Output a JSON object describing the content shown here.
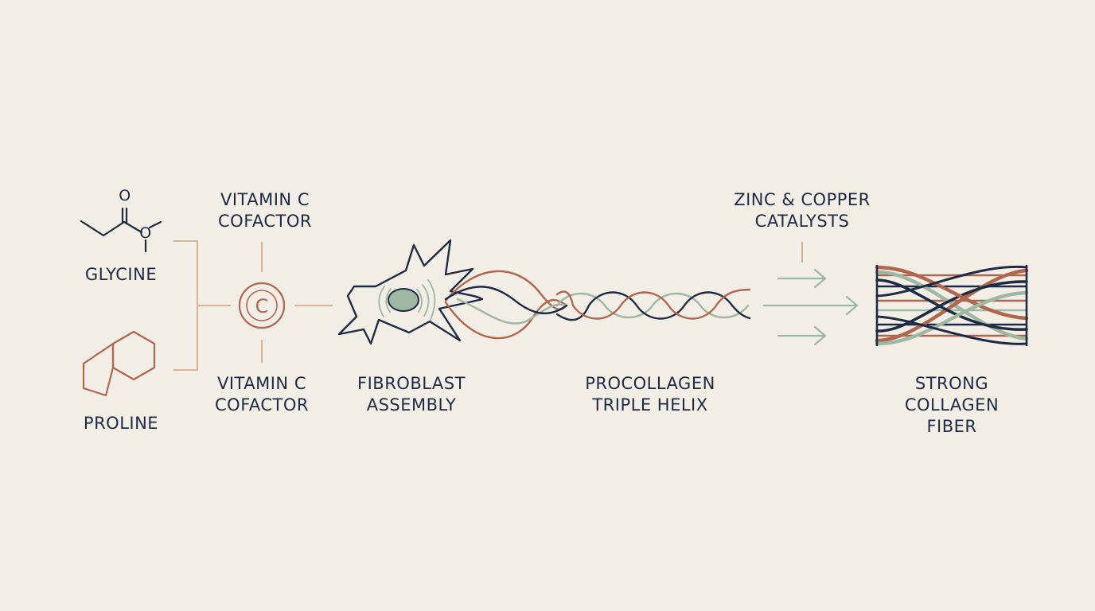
{
  "labels": {
    "glycine": "GLYCINE",
    "proline": "PROLINE",
    "vitamin_top_1": "VITAMIN C",
    "vitamin_top_2": "COFACTOR",
    "vitamin_bottom_1": "VITAMIN C",
    "vitamin_bottom_2": "COFACTOR",
    "cofactor_symbol": "C",
    "molecule_o1": "O",
    "molecule_o2": "O",
    "fibroblast_1": "FIBROBLAST",
    "fibroblast_2": "ASSEMBLY",
    "procollagen_1": "PROCOLLAGEN",
    "procollagen_2": "TRIPLE HELIX",
    "catalysts_1": "ZINC & COPPER",
    "catalysts_2": "CATALYSTS",
    "fiber_1": "STRONG",
    "fiber_2": "COLLAGEN",
    "fiber_3": "FIBER"
  },
  "colors": {
    "background": "#f3efe6",
    "navy": "#1f2a44",
    "rust": "#b0674f",
    "sage": "#9fb7a3",
    "tan": "#d8b49d",
    "nucleus": "#9fb7a3"
  },
  "icons": {
    "glycine": "glycine-skeletal-formula-icon",
    "proline": "proline-ring-icon",
    "vitamin_c": "circled-c-icon",
    "fibroblast": "fibroblast-cell-icon",
    "helix": "triple-helix-icon",
    "arrows": "right-arrow-icon",
    "fiber": "woven-collagen-fiber-icon"
  }
}
